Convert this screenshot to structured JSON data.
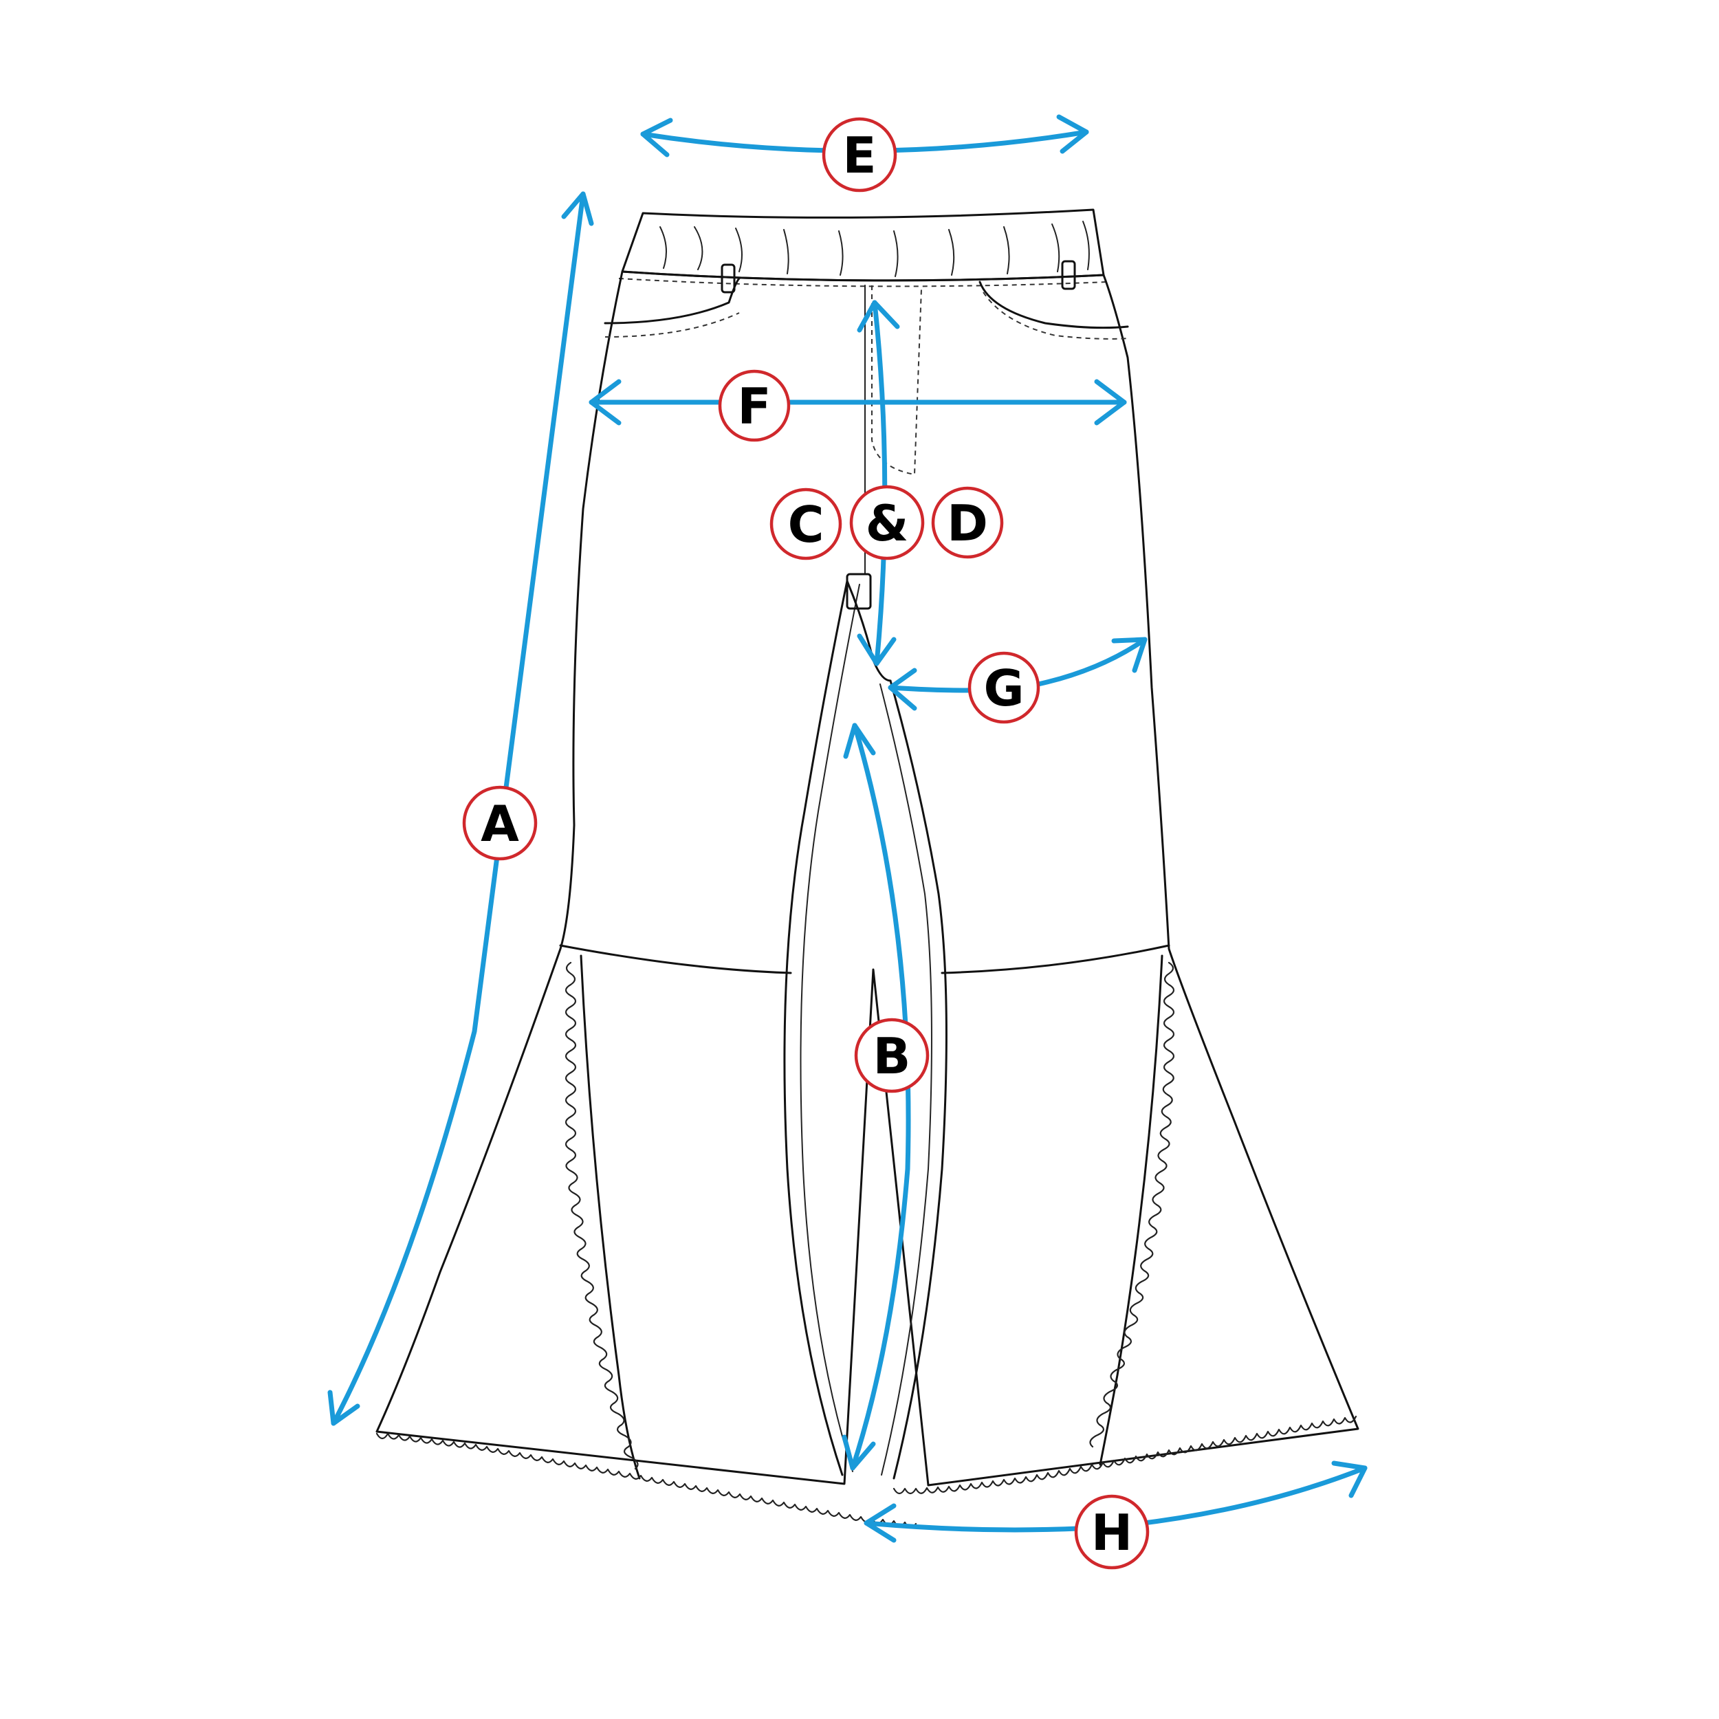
{
  "colors": {
    "arrow": "#1a9ad9",
    "badge_ring": "#d0282c",
    "outline": "#111111"
  },
  "labels": {
    "A": "A",
    "B": "B",
    "C": "C",
    "amp": "&",
    "D": "D",
    "E": "E",
    "F": "F",
    "G": "G",
    "H": "H"
  }
}
